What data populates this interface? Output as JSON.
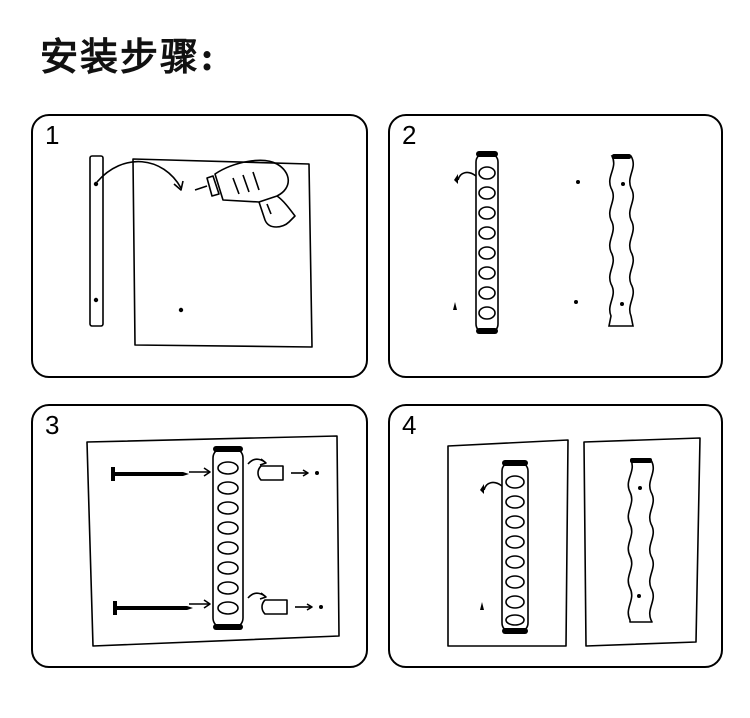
{
  "title": "安装步骤:",
  "steps": [
    {
      "number": "1"
    },
    {
      "number": "2"
    },
    {
      "number": "3"
    },
    {
      "number": "4"
    }
  ],
  "colors": {
    "line": "#000000",
    "background": "#ffffff"
  },
  "icons": [
    "drill-icon",
    "screw-icon",
    "wall-anchor-icon"
  ]
}
